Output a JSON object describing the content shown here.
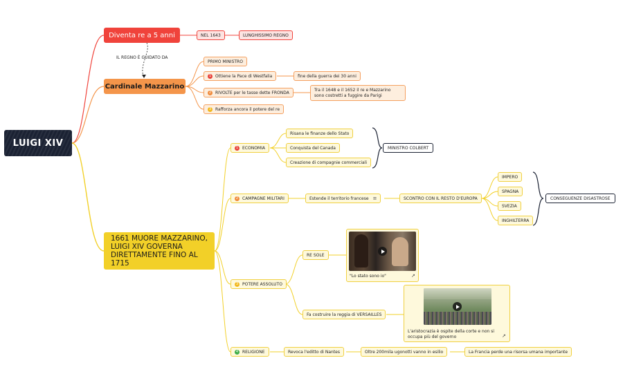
{
  "root": "LUIGI XIV",
  "branch_red": {
    "title": "Diventa re a 5 anni",
    "sub1": "NEL 1643",
    "sub2": "LUNGHISSIMO REGNO",
    "link_label": "IL REGNO È GUIDATO DA",
    "color": "#f0433b"
  },
  "branch_orange": {
    "title": "Cardinale Mazzarino",
    "primo": "PRIMO MINISTRO",
    "items": [
      {
        "num": "1",
        "label": "Ottiene la Pace di Westfalia",
        "detail": "fine della guerra dei 30 anni"
      },
      {
        "num": "2",
        "label": "RIVOLTE per le tasse dette FRONDA",
        "detail": "Tra il 1648 e il 1652 il re e Mazzarino sono costretti a fuggire da Parigi"
      },
      {
        "num": "3",
        "label": "Rafforza ancora il potere del re"
      }
    ],
    "color": "#f4954a"
  },
  "branch_yellow": {
    "title": "1661 MUORE MAZZARINO, LUIGI XIV GOVERNA DIRETTAMENTE FINO AL 1715",
    "color": "#f2d028",
    "economia": {
      "num": "1",
      "label": "ECONOMIA",
      "items": [
        "Risana le finanze dello Stato",
        "Conquista del Canada",
        "Creazione di compagnie commerciali"
      ],
      "summary": "MINISTRO COLBERT"
    },
    "campagne": {
      "num": "2",
      "label": "CAMPAGNE MILITARI",
      "estende": "Estende il territorio francese",
      "scontro": "SCONTRO CON IL RESTO D'EUROPA",
      "countries": [
        "IMPERO",
        "SPAGNA",
        "SVEZIA",
        "INGHILTERRA"
      ],
      "summary": "CONSEGUENZE DISASTROSE"
    },
    "potere": {
      "num": "3",
      "label": "POTERE ASSOLUTO",
      "resole": "RE SOLE",
      "resole_caption": "\"Lo stato sono io\"",
      "versailles": "Fa costruire la reggia di VERSAILLES",
      "versailles_caption": "L'aristocrazia è ospite della corte e non si occupa più del governo"
    },
    "religione": {
      "num": "4",
      "label": "RELIGIONE",
      "chain": [
        "Revoca l'editto di Nantes",
        "Oltre 200mila ugonotti vanno in esilio",
        "La Francia perde una risorsa umana importante"
      ]
    }
  },
  "badge_colors": {
    "1": "#e8433b",
    "2": "#f08a3b",
    "3": "#f2b81e",
    "4": "#3fae49"
  }
}
